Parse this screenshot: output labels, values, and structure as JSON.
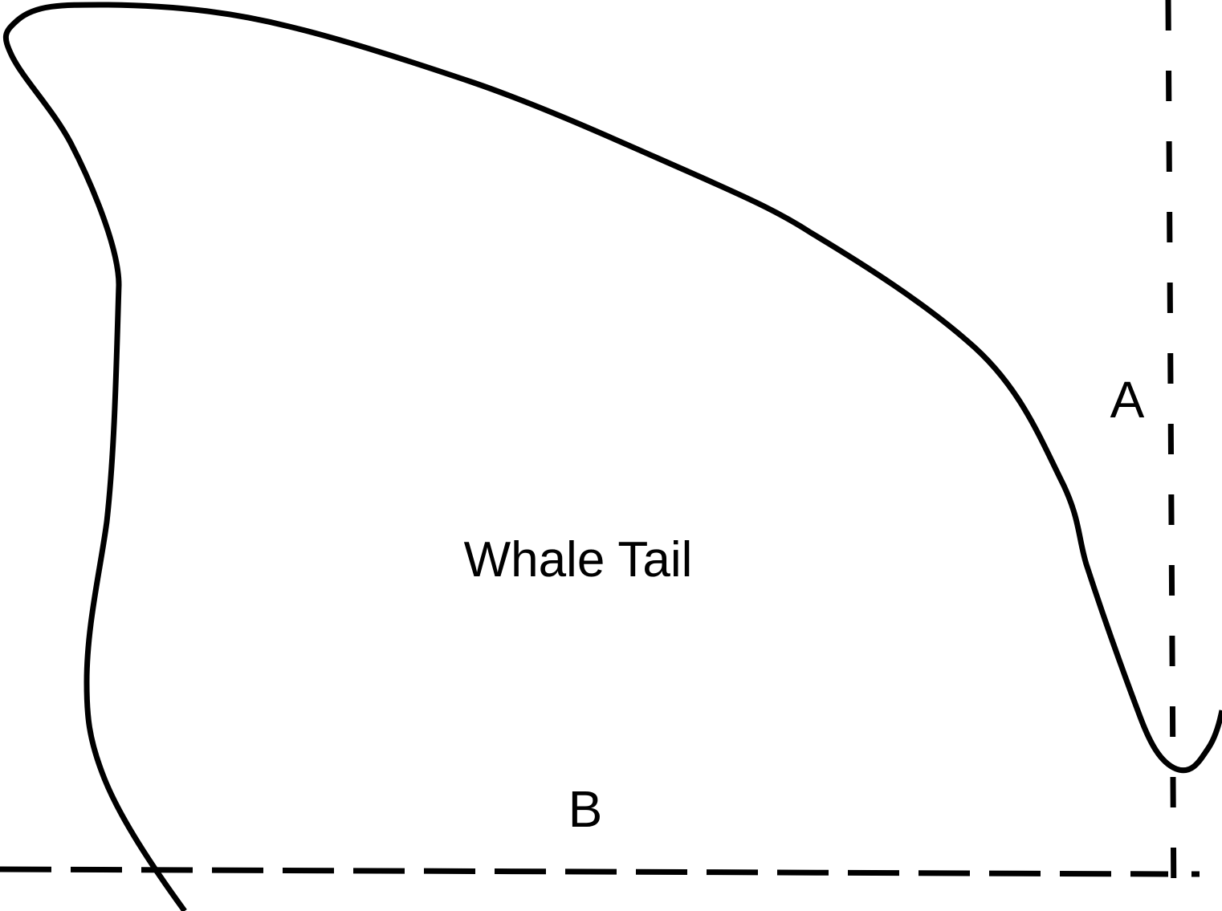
{
  "pattern": {
    "piece_name": "Whale Tail",
    "edge_labels": {
      "right_edge": "A",
      "bottom_edge": "B"
    },
    "colors": {
      "outline": "#000000",
      "background": "#ffffff"
    },
    "line_styles": {
      "outline": "solid",
      "fold_lines": "dashed"
    }
  }
}
